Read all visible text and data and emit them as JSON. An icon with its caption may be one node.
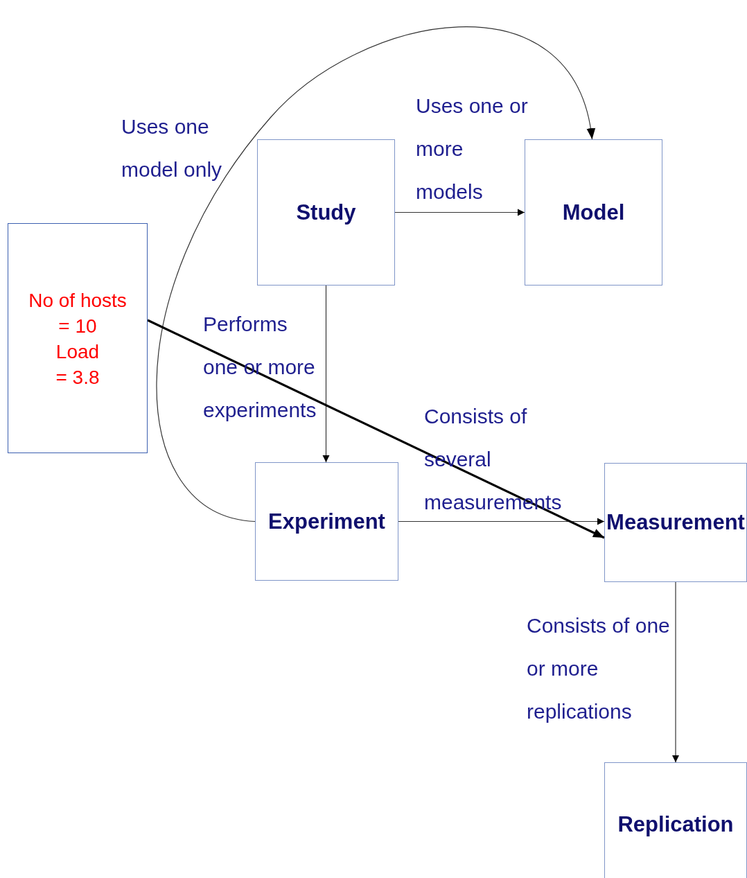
{
  "diagram": {
    "nodes": [
      {
        "text": [
          "Study"
        ]
      },
      {
        "text": [
          "Model"
        ]
      },
      {
        "text": [
          "No of hosts = 10",
          "Load = 3.8"
        ]
      },
      {
        "text": [
          "Experiment"
        ]
      },
      {
        "text": [
          "Measurement"
        ]
      },
      {
        "text": [
          "Replication"
        ]
      }
    ],
    "edges": [
      {
        "from": 0,
        "to": 1,
        "arrow": "to",
        "label": "Uses one or more models"
      },
      {
        "from": 0,
        "to": 3,
        "arrow": "to",
        "label": "Performs one or more experiments"
      },
      {
        "from": 3,
        "to": 4,
        "arrow": "to",
        "label": "Consists of several measurements"
      },
      {
        "from": 4,
        "to": 5,
        "arrow": "to",
        "label": "Consists of one or more replications"
      },
      {
        "from": 3,
        "to": 1,
        "arrow": "to",
        "label": "Uses one model only"
      },
      {
        "from": 2,
        "to": 4,
        "arrow": "to",
        "style": "thick"
      }
    ]
  }
}
